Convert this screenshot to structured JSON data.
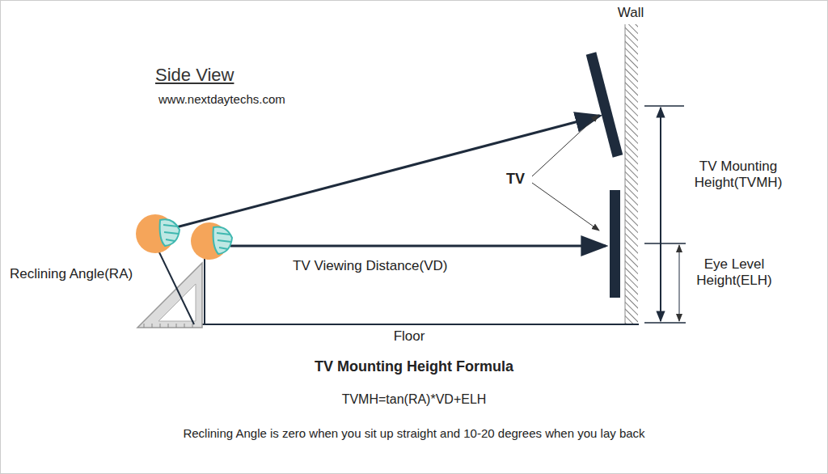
{
  "diagram": {
    "title": "Side View",
    "labels": [
      "www.nextdaytechs.com",
      "Wall",
      "TV",
      "Reclining Angle(RA)",
      "TV Viewing Distance(VD)",
      "TV Mounting Height(TVMH)",
      "Eye Level Height(ELH)",
      "Floor",
      "TV Mounting Height Formula",
      "TVMH=tan(RA)*VD+ELH",
      "Reclining Angle is zero when you sit up straight and 10-20 degrees when you lay back"
    ]
  }
}
